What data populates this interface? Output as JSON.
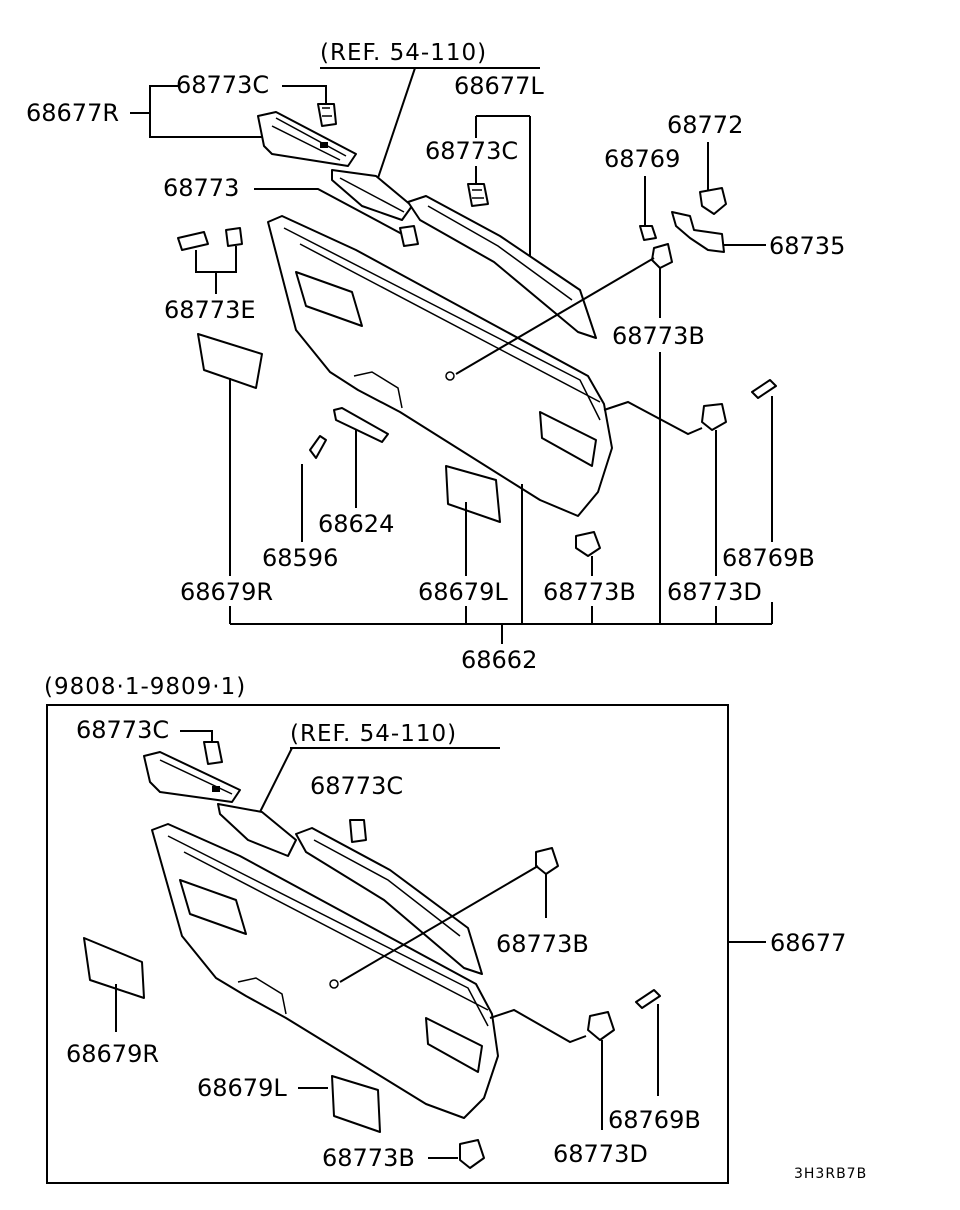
{
  "top": {
    "ref_note": "(REF. 54-110)",
    "labels": {
      "p68677R": "68677R",
      "p68773C_a": "68773C",
      "p68677L": "68677L",
      "p68773C_b": "68773C",
      "p68772": "68772",
      "p68769": "68769",
      "p68773": "68773",
      "p68735": "68735",
      "p68773E": "68773E",
      "p68773B_a": "68773B",
      "p68624": "68624",
      "p68596": "68596",
      "p68769B": "68769B",
      "p68679R": "68679R",
      "p68679L": "68679L",
      "p68773B_b": "68773B",
      "p68773D": "68773D",
      "p68662": "68662"
    }
  },
  "bottom": {
    "period": "(9808·1-9809·1)",
    "ref_note": "(REF. 54-110)",
    "labels": {
      "p68773C_a": "68773C",
      "p68773C_b": "68773C",
      "p68773B_a": "68773B",
      "p68677": "68677",
      "p68679R": "68679R",
      "p68679L": "68679L",
      "p68769B": "68769B",
      "p68773B_b": "68773B",
      "p68773D": "68773D"
    }
  },
  "diagram_code": "3H3RB7B"
}
